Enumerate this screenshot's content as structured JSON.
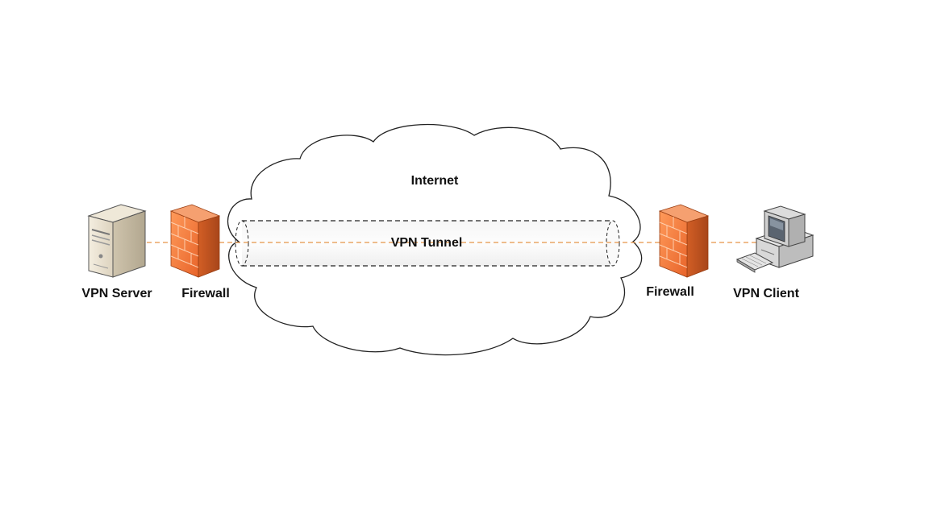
{
  "labels": {
    "internet": "Internet",
    "vpn_tunnel": "VPN Tunnel",
    "vpn_server": "VPN Server",
    "firewall_left": "Firewall",
    "firewall_right": "Firewall",
    "vpn_client": "VPN Client"
  },
  "icons": {
    "server": "server-icon",
    "firewall": "firewall-icon",
    "client": "workstation-icon",
    "cloud": "cloud-shape"
  },
  "colors": {
    "connection_line": "#e69548",
    "firewall_face": "#f07a3a",
    "firewall_side": "#c2541f",
    "cloud_stroke": "#222222"
  }
}
